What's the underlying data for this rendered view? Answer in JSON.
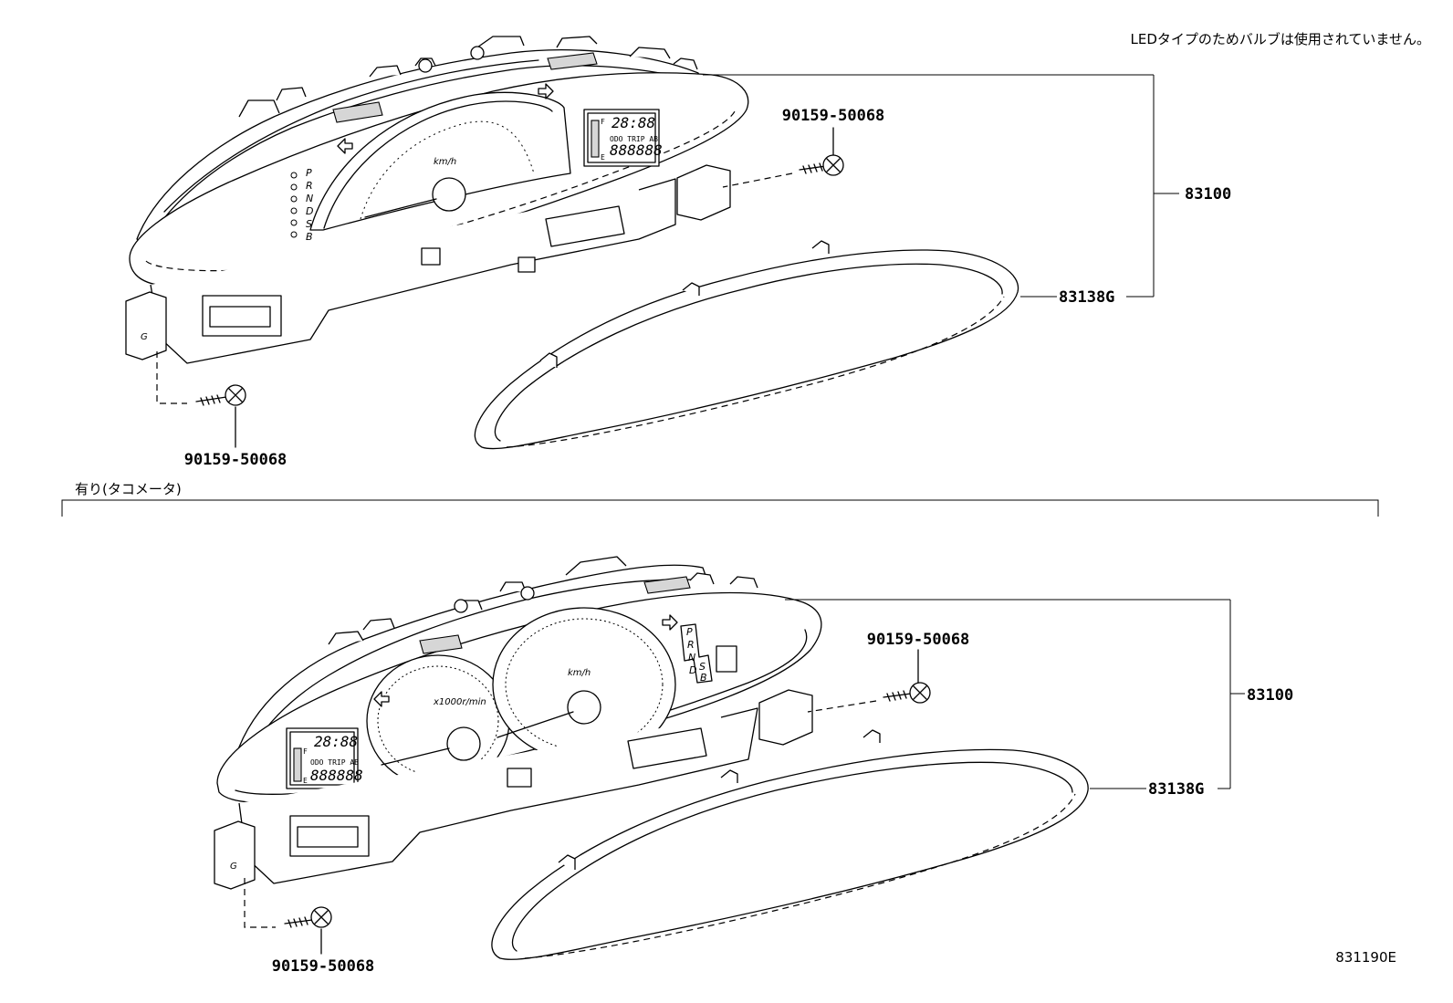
{
  "note": "LEDタイプのためバルブは使用されていません。",
  "section_label": "有り(タコメータ)",
  "diagram_id": "831190E",
  "upper": {
    "bolt_right": "90159-50068",
    "bolt_bottom": "90159-50068",
    "assembly": "83100",
    "lens": "83138G",
    "speed_unit": "km/h",
    "lcd_clock": "28:88",
    "lcd_odo": "888888",
    "lcd_mode": "ODO TRIP AB",
    "fuel_f": "F",
    "fuel_e": "E",
    "gear_positions": [
      "P",
      "R",
      "N",
      "D",
      "S",
      "B"
    ]
  },
  "lower": {
    "bolt_right": "90159-50068",
    "bolt_bottom": "90159-50068",
    "assembly": "83100",
    "lens": "83138G",
    "speed_unit": "km/h",
    "tacho_unit": "x1000r/min",
    "lcd_clock": "28:88",
    "lcd_odo": "888888",
    "lcd_mode": "ODO TRIP AB",
    "fuel_f": "F",
    "fuel_e": "E",
    "gear_positions": [
      "P",
      "R",
      "N",
      "D",
      "S",
      "B"
    ]
  }
}
